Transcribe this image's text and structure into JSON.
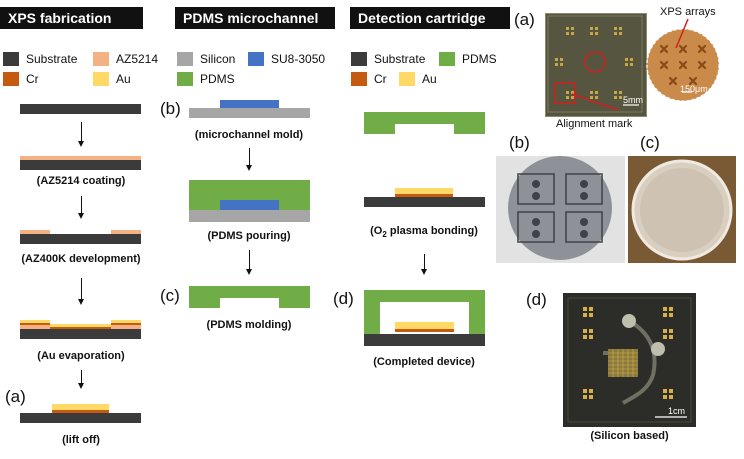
{
  "colors": {
    "substrate": "#3b3b3b",
    "az5214": "#f4b183",
    "cr": "#c55a11",
    "au": "#ffd966",
    "silicon": "#a6a6a6",
    "su8": "#4472c4",
    "pdms": "#70ad47"
  },
  "xps": {
    "title": "XPS fabrication",
    "legend": {
      "substrate": "Substrate",
      "az5214": "AZ5214",
      "cr": "Cr",
      "au": "Au"
    },
    "steps": [
      "(AZ5214 coating)",
      "(AZ400K development)",
      "(Au evaporation)",
      "(lift off)"
    ],
    "label_a": "(a)"
  },
  "pdms": {
    "title": "PDMS microchannel",
    "legend": {
      "silicon": "Silicon",
      "su8": "SU8-3050",
      "pdms": "PDMS"
    },
    "label_b": "(b)",
    "label_c": "(c)",
    "steps": [
      "(microchannel mold)",
      "(PDMS pouring)",
      "(PDMS molding)"
    ]
  },
  "cartridge": {
    "title": "Detection cartridge",
    "legend": {
      "substrate": "Substrate",
      "pdms": "PDMS",
      "cr": "Cr",
      "au": "Au"
    },
    "step_bonding_prefix": "(O",
    "step_bonding_sub": "2",
    "step_bonding_suffix": " plasma bonding)",
    "label_d": "(d)",
    "step_complete": "(Completed device)"
  },
  "photos": {
    "label_a": "(a)",
    "label_b": "(b)",
    "label_c": "(c)",
    "label_d": "(d)",
    "xps_arrays": "XPS arrays",
    "alignment_mark": "Alignment mark",
    "scale_5mm": "5mm",
    "scale_150um": "150μm",
    "scale_1cm": "1cm",
    "silicon_based": "(Silicon based)"
  }
}
